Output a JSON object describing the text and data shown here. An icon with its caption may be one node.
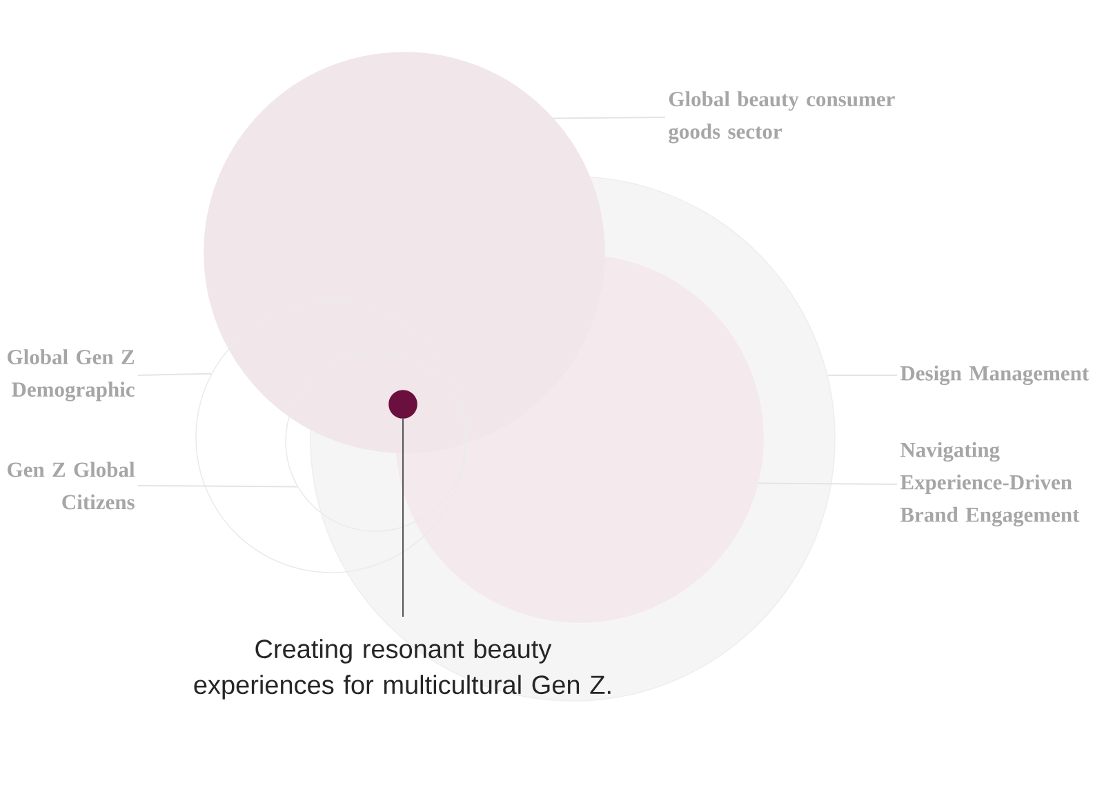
{
  "diagram": {
    "nodes": [
      {
        "text": [
          "Global beauty consumer goods sector"
        ]
      },
      {
        "text": [],
        "shape": "circle"
      },
      {
        "text": [],
        "shape": "circle"
      },
      {
        "text": [],
        "shape": "circle",
        "in": 2
      },
      {
        "text": [
          "Design Management"
        ]
      },
      {
        "text": [
          "Navigating Experience-Driven Brand Engagement"
        ]
      },
      {
        "text": [
          "Global Gen Z Demographic"
        ]
      },
      {
        "text": [],
        "shape": "circle"
      },
      {
        "text": [],
        "shape": "circle",
        "in": 7
      },
      {
        "text": [
          "Gen Z Global Citizens"
        ]
      },
      {
        "text": [],
        "shape": "circle"
      },
      {
        "text": [
          "Creating resonant beauty experiences for multicultural Gen Z."
        ]
      }
    ],
    "edges": [
      {
        "from": 0,
        "to": 1,
        "arrow": "none"
      },
      {
        "from": 4,
        "to": 2,
        "arrow": "none"
      },
      {
        "from": 5,
        "to": 3,
        "arrow": "none"
      },
      {
        "from": 6,
        "to": 7,
        "arrow": "none"
      },
      {
        "from": 9,
        "to": 8,
        "arrow": "none"
      },
      {
        "from": 10,
        "to": 11,
        "arrow": "none",
        "color": "#555555"
      }
    ]
  }
}
